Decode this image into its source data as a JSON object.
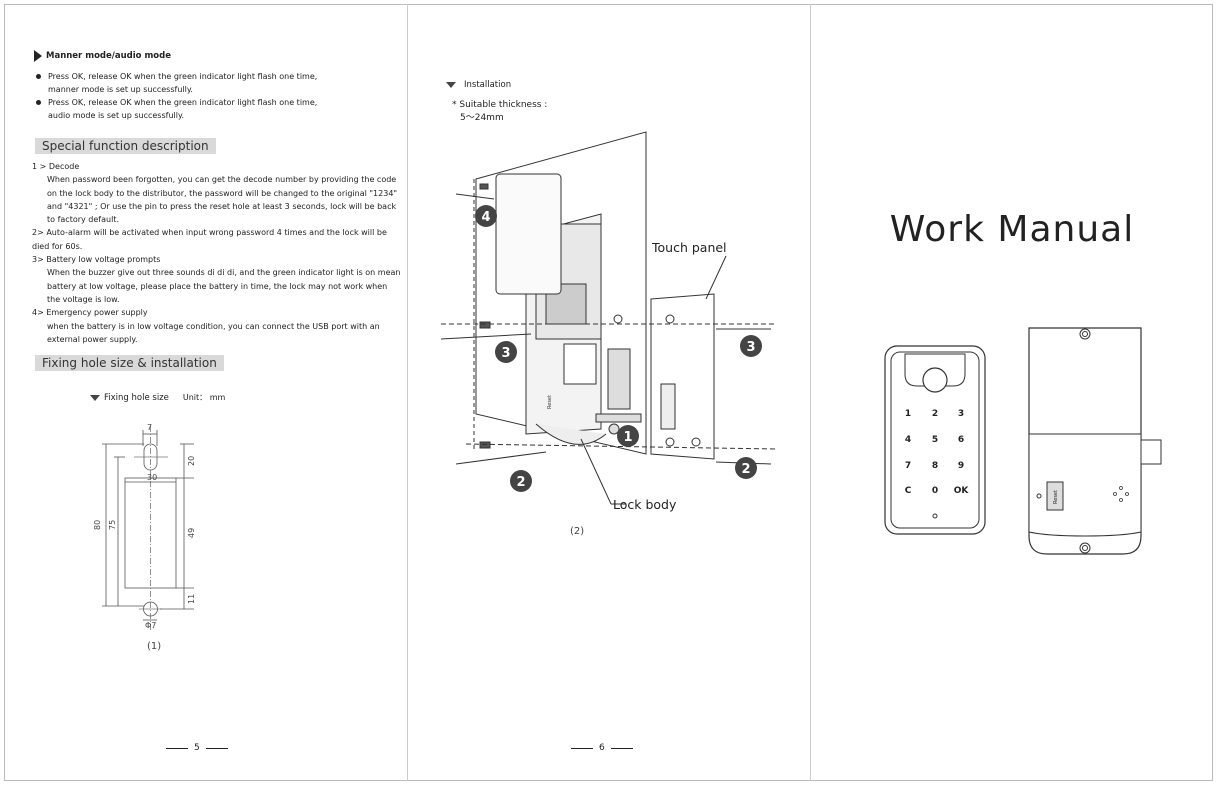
{
  "page5": {
    "mode_title": "Manner mode/audio mode",
    "bullets": [
      {
        "line1": "Press OK,  release OK when the green indicator light flash one time,",
        "line2": "manner mode is set up successfully."
      },
      {
        "line1": "Press OK,  release OK when the green indicator light flash one time,",
        "line2": "audio mode is set up successfully."
      }
    ],
    "special_heading": "Special function description",
    "special_items": [
      {
        "head": "1 > Decode",
        "body": "When password been forgotten, you can get the decode number by providing the code on the lock body to the distributor, the password will be changed to the original \"1234\" and \"4321\" ; Or use the pin to press the reset hole at least 3 seconds, lock will be back to factory default."
      },
      {
        "head": "2>  Auto-alarm will be activated when input wrong password 4 times and the lock will be died for 60s.",
        "body": ""
      },
      {
        "head": "3>  Battery low voltage prompts",
        "body": "When the buzzer give out three sounds di di di, and the green indicator light is on mean battery at low voltage, please place the  battery in time, the lock may not work when the voltage is low."
      },
      {
        "head": "4>  Emergency power supply",
        "body": "when the battery is in low voltage condition, you can connect the USB port with an external power supply."
      }
    ],
    "fixing_heading": "Fixing hole size & installation",
    "fixing_label": "Fixing hole size",
    "unit": "Unit： mm",
    "dims": {
      "d7_top": "7",
      "d20": "20",
      "d30": "30",
      "d80": "80",
      "d75": "75",
      "d49": "49",
      "d11": "11",
      "d7_bottom": "Φ7"
    },
    "caption": "(1)",
    "page_number": "5"
  },
  "page6": {
    "install_label": "Installation",
    "thickness_line1": "* Suitable  thickness :",
    "thickness_line2": "5～24mm",
    "touch_panel": "Touch panel",
    "lock_body": "Lock body",
    "steps": {
      "s1": "1",
      "s2a": "2",
      "s2b": "2",
      "s3a": "3",
      "s3b": "3",
      "s4": "4"
    },
    "reset_label": "Reset",
    "caption": "(2)",
    "page_number": "6"
  },
  "cover": {
    "title": "Work Manual",
    "keys": [
      "1",
      "2",
      "3",
      "4",
      "5",
      "6",
      "7",
      "8",
      "9",
      "C",
      "0",
      "OK"
    ],
    "reset_label": "Reset"
  }
}
